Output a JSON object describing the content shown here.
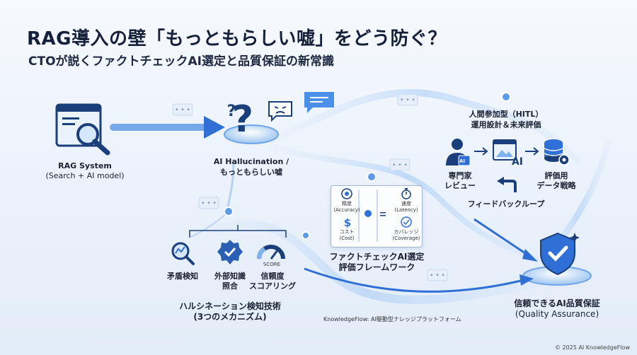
{
  "title": "RAG導入の壁「もっともらしい嘘」をどう防ぐ？",
  "subtitle": "CTOが説くファクトチェックAI選定と品質保証の新常識",
  "rag": {
    "name": "RAG System",
    "detail": "(Search + AI model)"
  },
  "hallucination": {
    "line1": "AI Hallucination /",
    "line2": "もっともらしい嘘"
  },
  "detection": {
    "title_line1": "ハルシネーション検知技術",
    "title_line2": "(3つのメカニズム)",
    "items": [
      {
        "label_line1": "矛盾検知",
        "label_line2": ""
      },
      {
        "label_line1": "外部知識",
        "label_line2": "照合"
      },
      {
        "label_line1": "信頼度",
        "label_line2": "スコアリング",
        "badge": "SCORE"
      }
    ]
  },
  "framework": {
    "title_line1": "ファクトチェックAI選定",
    "title_line2": "評価フレームワーク",
    "metrics": [
      {
        "jp": "精度",
        "en": "(Accuracy)"
      },
      {
        "jp": "コスト",
        "en": "(Cost)"
      },
      {
        "jp": "速度",
        "en": "(Latency)"
      },
      {
        "jp": "カバレッジ",
        "en": "(Coverage)"
      }
    ]
  },
  "hitl": {
    "title_line1": "人間参加型（HITL）",
    "title_line2": "運用設計＆未来評価",
    "expert_line1": "専門家",
    "expert_line2": "レビュー",
    "ai_label": "AI",
    "ai_badge": "AI",
    "data_line1": "評価用",
    "data_line2": "データ戦略",
    "feedback": "フィードバックループ"
  },
  "qa": {
    "line1": "信頼できるAI品質保証",
    "line2": "(Quality Assurance)"
  },
  "platform_note": "KnowledgeFlow: AI駆動型ナレッジプラットフォーム",
  "footer": "© 2025 AI KnowledgeFlow",
  "colors": {
    "accent": "#2f6fd6",
    "navy": "#1b3f7a",
    "flow": "#7fb2f0"
  }
}
